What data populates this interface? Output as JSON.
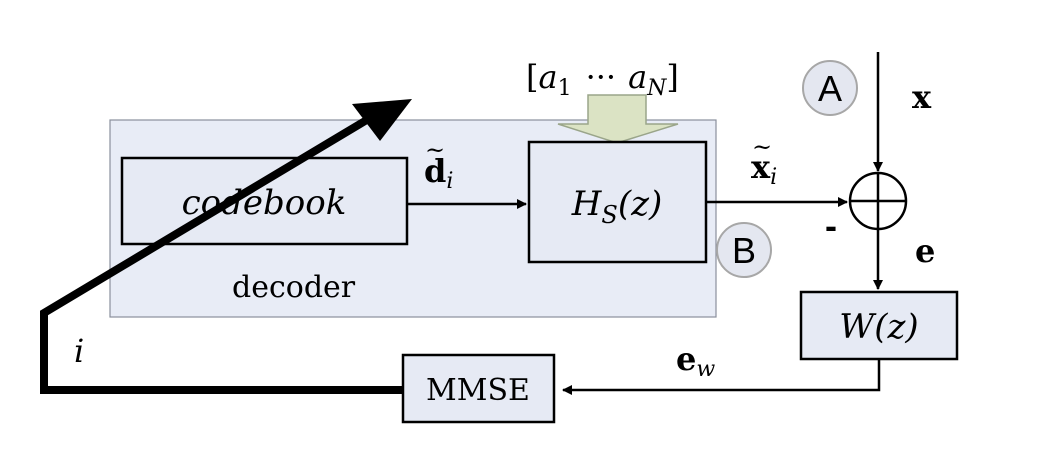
{
  "colors": {
    "background": "#ffffff",
    "decoder_fill": "#e8ecf6",
    "block_fill": "#e6eaf4",
    "stroke": "#000000",
    "coef_arrow_fill": "#dbe3c4",
    "coef_arrow_stroke": "#9aa58a",
    "marker_fill": "#e4e7f0",
    "marker_stroke": "#a7a7a7"
  },
  "blocks": {
    "codebook": "codebook",
    "hs_base": "H",
    "hs_sub": "S",
    "hs_arg": "(z)",
    "wz": "W(z)",
    "mmse": "MMSE",
    "decoder": "decoder"
  },
  "signals": {
    "d_base": "d",
    "d_sub": "i",
    "x_tilde_base": "x",
    "x_tilde_sub": "i",
    "x": "x",
    "e": "e",
    "ew_base": "e",
    "ew_sub": "w",
    "i": "i",
    "minus": "-"
  },
  "coefficients": {
    "open": "[",
    "a1_base": "a",
    "a1_sub": "1",
    "dots": "···",
    "an_base": "a",
    "an_sub": "N",
    "close": "]"
  },
  "markers": {
    "a": "A",
    "b": "B"
  },
  "icons": {
    "adder": "circle-plus-icon"
  }
}
